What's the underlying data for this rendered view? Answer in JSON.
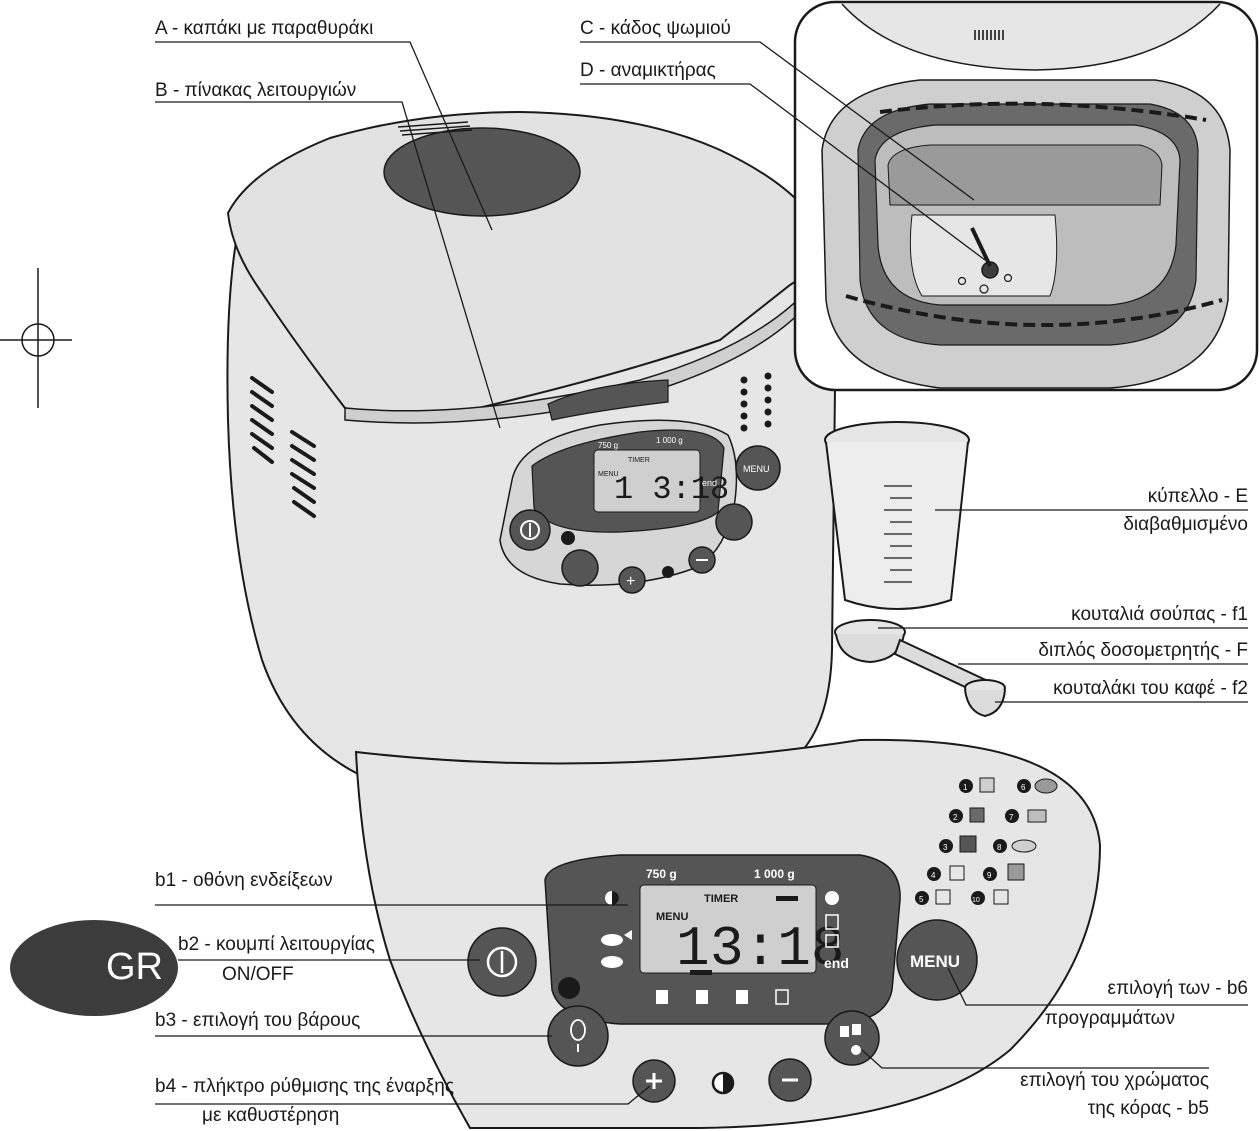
{
  "labels": {
    "A": "A - καπάκι με παραθυράκι",
    "B": "B - πίνακας λειτουργιών",
    "C": "C - κάδος ψωμιού",
    "D": "D - αναμικτήρας",
    "E1": "κύπελλο - E",
    "E2": "διαβαθμισμένο",
    "f1": "κουταλιά σούπας - f1",
    "F": "διπλός δοσομετρητής - F",
    "f2": "κουταλάκι του καφέ - f2",
    "b1": "b1 - οθόνη ενδείξεων",
    "b2a": "b2 - κουμπί λειτουργίας",
    "b2b": "ON/OFF",
    "b3": "b3 - επιλογή του βάρους",
    "b4a": "b4 - πλήκτρο ρύθμισης της έναρξης",
    "b4b": "με καθυστέρηση",
    "b6a": "επιλογή των - b6",
    "b6b": "προγραμμάτων",
    "b5a": "επιλογή του χρώματος",
    "b5b": "της κόρας - b5"
  },
  "badge": "GR",
  "display": {
    "weight_small": "750 g",
    "weight_large": "1 000 g",
    "timer": "TIMER",
    "menu": "MENU",
    "time": "1:3:18",
    "digits": "3:18",
    "digit_one": "1",
    "end": "end",
    "menu_button": "MENU",
    "top_weight_small": "750 g",
    "top_weight_large": "1 000 g",
    "top_timer": "TIMER",
    "top_menu": "MENU",
    "top_digits": "1 3:18",
    "top_end": "end",
    "top_menu_button": "MENU"
  },
  "programs": [
    "1",
    "2",
    "3",
    "4",
    "5",
    "6",
    "7",
    "8",
    "9",
    "10"
  ],
  "colors": {
    "line": "#1a1a1a",
    "body": "#e6e6e6",
    "panel": "#555555",
    "dark": "#3c3c3c",
    "lcd": "#cfcfcf",
    "white": "#ffffff"
  }
}
